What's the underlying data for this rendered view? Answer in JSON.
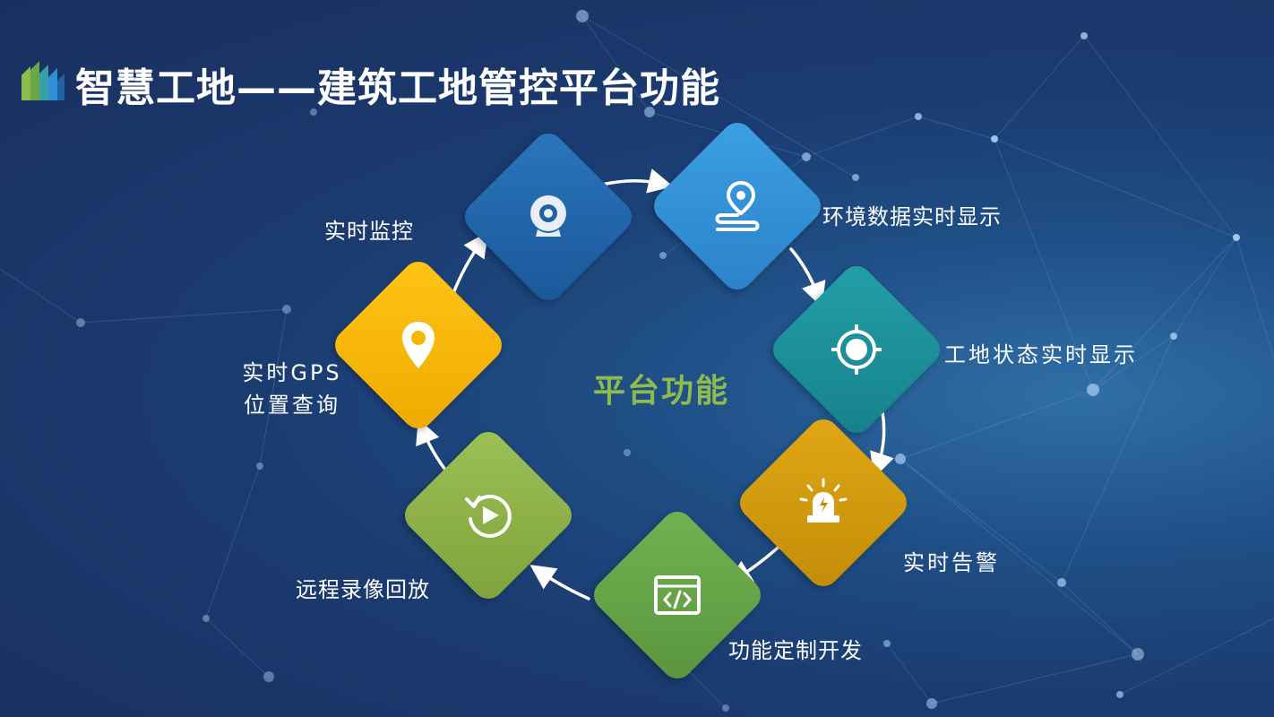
{
  "title": "智慧工地——建筑工地管控平台功能",
  "center_label": "平台功能",
  "colors": {
    "monitor": "#1f63a4",
    "environment": "#2f8fd6",
    "status": "#1c8f98",
    "alarm": "#d39b0c",
    "custom": "#6aa548",
    "playback": "#8fb449",
    "gps": "#f5b800",
    "center_label": "#8dbb4e"
  },
  "functions": [
    {
      "id": "monitor",
      "label": "实时监控",
      "icon": "webcam-icon"
    },
    {
      "id": "environment",
      "label": "环境数据实时显示",
      "icon": "map-pin-route-icon"
    },
    {
      "id": "status",
      "label": "工地状态实时显示",
      "icon": "target-icon"
    },
    {
      "id": "alarm",
      "label": "实时告警",
      "icon": "siren-icon"
    },
    {
      "id": "custom",
      "label": "功能定制开发",
      "icon": "code-window-icon"
    },
    {
      "id": "playback",
      "label": "远程录像回放",
      "icon": "replay-icon"
    },
    {
      "id": "gps",
      "label_line1": "实时GPS",
      "label_line2": "位置查询",
      "icon": "location-pin-icon"
    }
  ]
}
